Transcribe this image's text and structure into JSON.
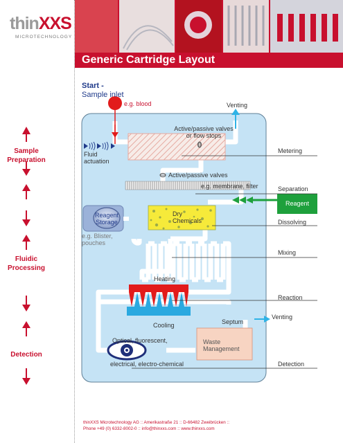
{
  "header": {
    "logo_thin": "thin",
    "logo_xxs": "XXS",
    "logo_sub": "MICROTECHNOLOGY",
    "title": "Generic Cartridge Layout"
  },
  "diagram": {
    "start_line1": "Start -",
    "start_line2": "Sample inlet",
    "eg_blood": "e.g. blood",
    "venting_top": "Venting",
    "valves_top_line1": "Active/passive valves",
    "valves_top_line2": "or flow stops",
    "fluid_actuation_line1": "Fluid",
    "fluid_actuation_line2": "actuation",
    "valves_mid": "Active/passive valves",
    "membrane": "e.g. membrane, filter",
    "reagent_storage_line1": "Reagent",
    "reagent_storage_line2": "Storage",
    "blister_line1": "e.g. Blister,",
    "blister_line2": "pouches",
    "dry_chemicals_line1": "Dry",
    "dry_chemicals_line2": "Chemicals",
    "heating": "Heating",
    "cooling": "Cooling",
    "septum": "Septum",
    "venting_bottom": "Venting",
    "optical": "Optical, fluorescent,",
    "electrical": "electrical, electro-chemical",
    "waste_line1": "Waste",
    "waste_line2": "Management",
    "reagent_box": "Reagent"
  },
  "right_labels": {
    "metering": "Metering",
    "separation": "Separation",
    "dissolving": "Dissolving",
    "mixing": "Mixing",
    "reaction": "Reaction",
    "detection": "Detection"
  },
  "side_labels": {
    "sample_prep_line1": "Sample",
    "sample_prep_line2": "Preparation",
    "fluidic_line1": "Fluidic",
    "fluidic_line2": "Processing",
    "detection": "Detection"
  },
  "footer": {
    "line1": "thinXXS Microtechnology AG  ::  Amerikastraße 21  ::  D-66482 Zweibrücken  ::",
    "line2": "Phone +49 (0) 6332-8002-0  ::  info@thinxxs.com  ::  www.thinxxs.com"
  },
  "colors": {
    "brand_red": "#c8102e",
    "cartridge_blue": "#c5e3f5",
    "channel": "#ffffff",
    "navy": "#1f3a8a",
    "reagent_green": "#1ea03c"
  }
}
